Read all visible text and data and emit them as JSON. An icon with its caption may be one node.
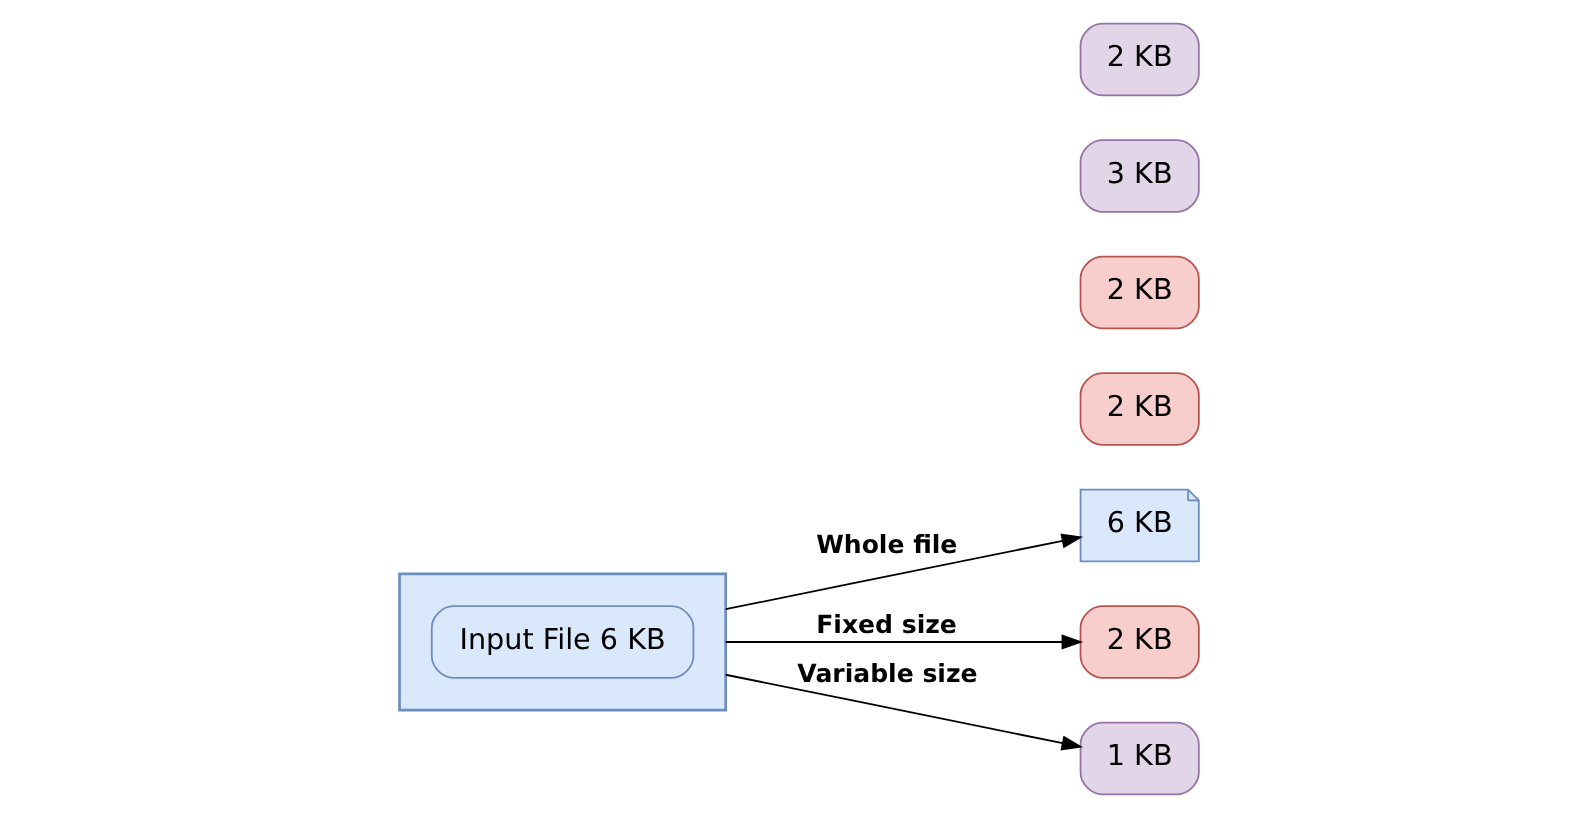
{
  "diagram": {
    "nodes": [
      {
        "text": [],
        "shape": "document"
      },
      {
        "text": [
          "Input File 6 KB"
        ],
        "in": 0
      },
      {
        "text": [
          "6 KB"
        ]
      },
      {
        "text": [
          "2 KB"
        ]
      },
      {
        "text": [
          "2 KB"
        ]
      },
      {
        "text": [
          "2 KB"
        ]
      },
      {
        "text": [
          "1 KB"
        ]
      },
      {
        "text": [
          "3 KB"
        ]
      },
      {
        "text": [
          "2 KB"
        ]
      }
    ],
    "edges": [
      {
        "from": 0,
        "to": 2,
        "arrow": "to",
        "label": "Whole file"
      },
      {
        "from": 0,
        "to": 3,
        "arrow": "to",
        "label": "Fixed size"
      },
      {
        "from": 0,
        "to": 6,
        "arrow": "to",
        "label": "Variable size"
      }
    ]
  }
}
